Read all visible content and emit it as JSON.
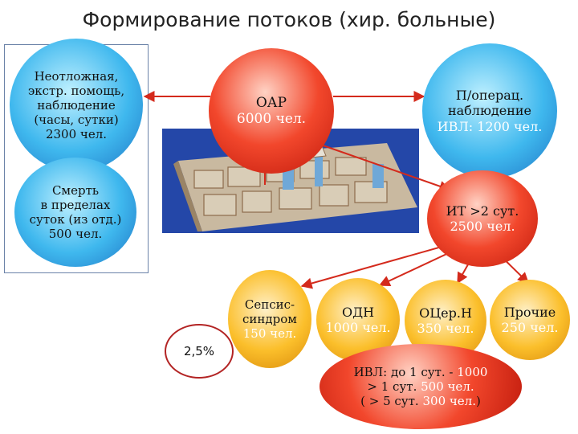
{
  "title": "Формирование потоков (хир. больные)",
  "nodes": {
    "emergency": {
      "line1": "Неотложная,",
      "line2": "экстр. помощь,",
      "line3": "наблюдение",
      "line4": "(часы, сутки)",
      "line5": "2300 чел."
    },
    "death": {
      "line1": "Смерть",
      "line2": "в пределах",
      "line3": "суток (из отд.)",
      "line4": "500 чел."
    },
    "oar": {
      "line1": "ОАР",
      "line2": "6000 чел."
    },
    "postop": {
      "line1": "П/операц.",
      "line2": "наблюдение",
      "line3": "ИВЛ: 1200 чел."
    },
    "it": {
      "line1": "ИТ >2 сут.",
      "line2": "2500 чел."
    },
    "sepsis": {
      "line1": "Сепсис-",
      "line2": "синдром",
      "line3": "150 чел."
    },
    "odn": {
      "line1": "ОДН",
      "line2": "1000 чел."
    },
    "ocn": {
      "line1": "ОЦер.Н",
      "line2": "350 чел."
    },
    "other": {
      "line1": "Прочие",
      "line2": "250 чел."
    },
    "ivl": {
      "line1a": "ИВЛ: до 1 сут. - ",
      "line1b": "1000",
      "line2a": "> 1 сут. ",
      "line2b": "500 чел.",
      "line3a": "( > 5 сут. ",
      "line3b": "300 чел.",
      "line3c": ")"
    }
  },
  "percent": "2,5%",
  "colors": {
    "arrow": "#d42a1c",
    "panel_border": "#6a82a8"
  }
}
